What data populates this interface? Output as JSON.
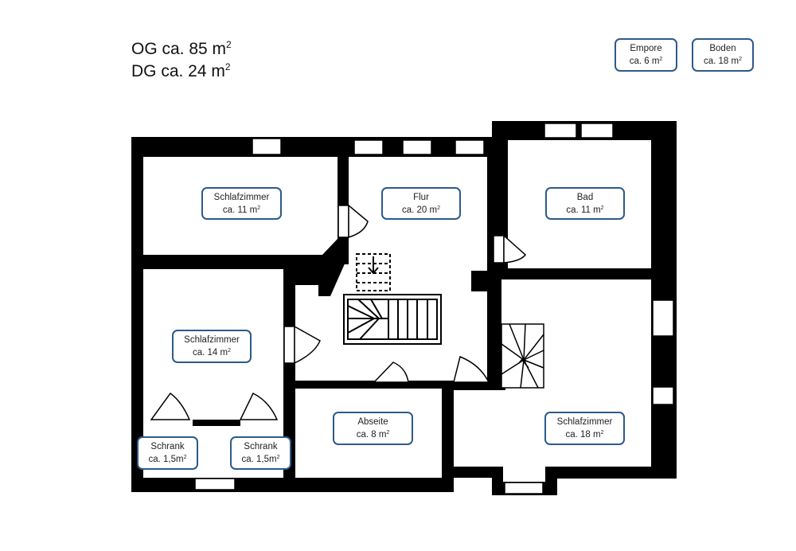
{
  "summary": {
    "og": {
      "prefix": "OG ca. 85 m",
      "exp": "2"
    },
    "dg": {
      "prefix": "DG ca. 24 m",
      "exp": "2"
    }
  },
  "rooms": {
    "empore": {
      "name": "Empore",
      "area": "ca. 6 m",
      "exp": "2"
    },
    "boden": {
      "name": "Boden",
      "area": "ca. 18 m",
      "exp": "2"
    },
    "schlafzimmer_1": {
      "name": "Schlafzimmer",
      "area": "ca. 11 m",
      "exp": "2"
    },
    "flur": {
      "name": "Flur",
      "area": "ca. 20 m",
      "exp": "2"
    },
    "bad": {
      "name": "Bad",
      "area": "ca. 11 m",
      "exp": "2"
    },
    "schlafzimmer_2": {
      "name": "Schlafzimmer",
      "area": "ca. 14 m",
      "exp": "2"
    },
    "abseite": {
      "name": "Abseite",
      "area": "ca. 8 m",
      "exp": "2"
    },
    "schlafzimmer_3": {
      "name": "Schlafzimmer",
      "area": "ca. 18 m",
      "exp": "2"
    },
    "schrank_1": {
      "name": "Schrank",
      "area": "ca. 1,5m",
      "exp": "2"
    },
    "schrank_2": {
      "name": "Schrank",
      "area": "ca. 1,5m",
      "exp": "2"
    }
  },
  "colors": {
    "wall": "#000000",
    "label_border": "#2d5a8a",
    "background": "#ffffff"
  }
}
